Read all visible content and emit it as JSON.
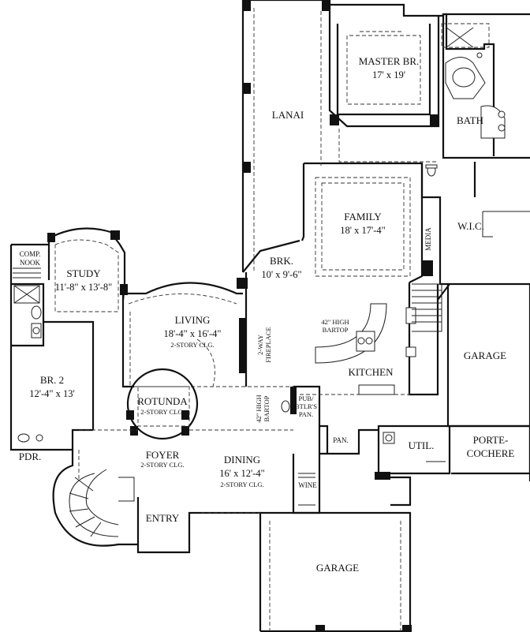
{
  "rooms": {
    "master": {
      "name": "MASTER BR.",
      "dim": "17' x 19'"
    },
    "lanai": {
      "name": "LANAI"
    },
    "bath": {
      "name": "BATH"
    },
    "family": {
      "name": "FAMILY",
      "dim": "18' x 17'-4\""
    },
    "media": {
      "name": "MEDIA"
    },
    "wic": {
      "name": "W.I.C."
    },
    "comp_nook": {
      "line1": "COMP.",
      "line2": "NOOK"
    },
    "study": {
      "name": "STUDY",
      "dim": "11'-8\" x 13'-8\""
    },
    "brk": {
      "name": "BRK.",
      "dim": "10' x 9'-6\""
    },
    "living": {
      "name": "LIVING",
      "dim": "18'-4\" x 16'-4\"",
      "note": "2-STORY CLG."
    },
    "fireplace": {
      "line1": "2-WAY",
      "line2": "FIREPLACE"
    },
    "bartop_kitchen": {
      "line1": "42\" HIGH",
      "line2": "BARTOP"
    },
    "kitchen": {
      "name": "KITCHEN"
    },
    "garage_right": {
      "name": "GARAGE"
    },
    "br2": {
      "name": "BR. 2",
      "dim": "12'-4\" x 13'"
    },
    "rotunda": {
      "name": "ROTUNDA",
      "note": "2-STORY CLG."
    },
    "bartop_dining": {
      "line1": "42\" HIGH",
      "line2": "BARTOP"
    },
    "pub_pan": {
      "line1": "PUB/",
      "line2": "BTLR'S",
      "line3": "PAN."
    },
    "pan": {
      "name": "PAN."
    },
    "util": {
      "name": "UTIL."
    },
    "porte": {
      "line1": "PORTE-",
      "line2": "COCHERE"
    },
    "pdr": {
      "name": "PDR."
    },
    "foyer": {
      "name": "FOYER",
      "note": "2-STORY CLG."
    },
    "dining": {
      "name": "DINING",
      "dim": "16' x 12'-4\"",
      "note": "2-STORY CLG."
    },
    "wine": {
      "name": "WINE"
    },
    "entry": {
      "name": "ENTRY"
    },
    "garage_bottom": {
      "name": "GARAGE"
    }
  }
}
